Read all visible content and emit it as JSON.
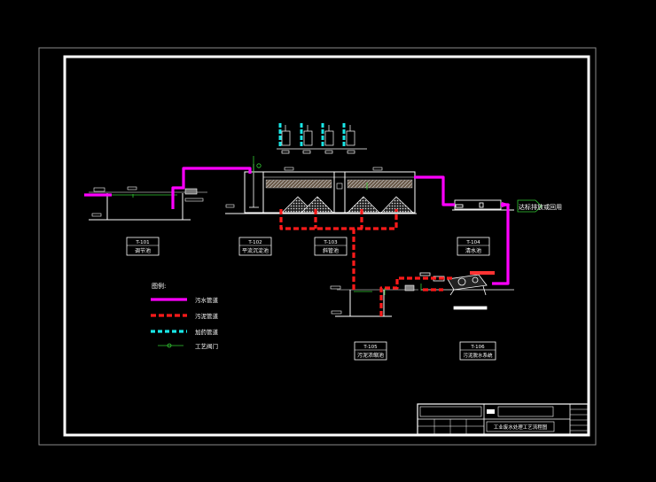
{
  "colors": {
    "background": "#000000",
    "frame": "#ffffff",
    "sheet_border": "#ffffff",
    "outer_border": "#8a8a8a",
    "wastewater_pipe": "#ff00ff",
    "sludge_pipe": "#ff1a1a",
    "dosing_pipe": "#19e6e6",
    "process_air": "#33cc33",
    "equipment": "#ffffff",
    "media_fill": "#c8c8c8",
    "indicator": "#ff3333"
  },
  "units": {
    "t101": {
      "tag": "T-101",
      "name": "调节池"
    },
    "t102": {
      "tag": "T-102",
      "name": "平流沉淀池"
    },
    "t103": {
      "tag": "T-103",
      "name": "斜管池"
    },
    "t104": {
      "tag": "T-104",
      "name": "清水池"
    },
    "t105": {
      "tag": "T-105",
      "name": "污泥浓缩池"
    },
    "t106": {
      "tag": "T-106",
      "name": "污泥脱水系统"
    }
  },
  "outlet": {
    "label": "达标排放或回用"
  },
  "legend": {
    "title": "图例:",
    "items": [
      {
        "key": "wastewater",
        "label": "污水管道",
        "color": "#ff00ff",
        "style": "solid"
      },
      {
        "key": "sludge",
        "label": "污泥管道",
        "color": "#ff1a1a",
        "style": "dashed"
      },
      {
        "key": "dosing",
        "label": "加药管道",
        "color": "#19e6e6",
        "style": "dashed"
      },
      {
        "key": "valve",
        "label": "工艺阀门",
        "color": "#33cc33",
        "style": "thin"
      }
    ]
  },
  "title_block": {
    "drawing_title": "工业废水处理工艺流程图"
  }
}
